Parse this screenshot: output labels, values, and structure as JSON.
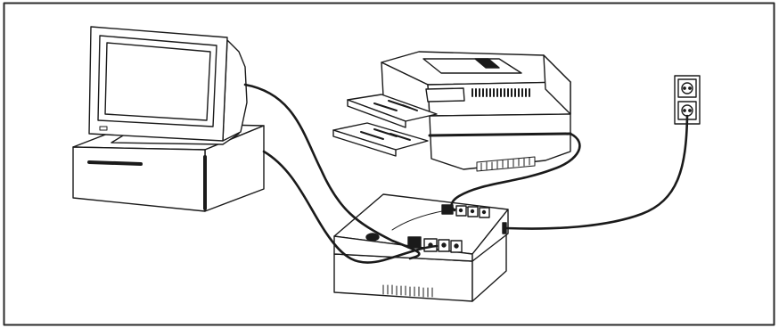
{
  "figure": {
    "components": [
      "computer-monitor",
      "computer-tower",
      "laser-printer",
      "ups-power-unit",
      "wall-outlet"
    ],
    "connections": [
      {
        "from": "computer-monitor",
        "to": "ups-power-unit"
      },
      {
        "from": "computer-tower",
        "to": "ups-power-unit"
      },
      {
        "from": "laser-printer",
        "to": "ups-power-unit"
      },
      {
        "from": "ups-power-unit",
        "to": "wall-outlet"
      }
    ],
    "colors": {
      "line": "#1a1a1a",
      "fill": "#ffffff",
      "frame": "#2b2b2b"
    }
  }
}
